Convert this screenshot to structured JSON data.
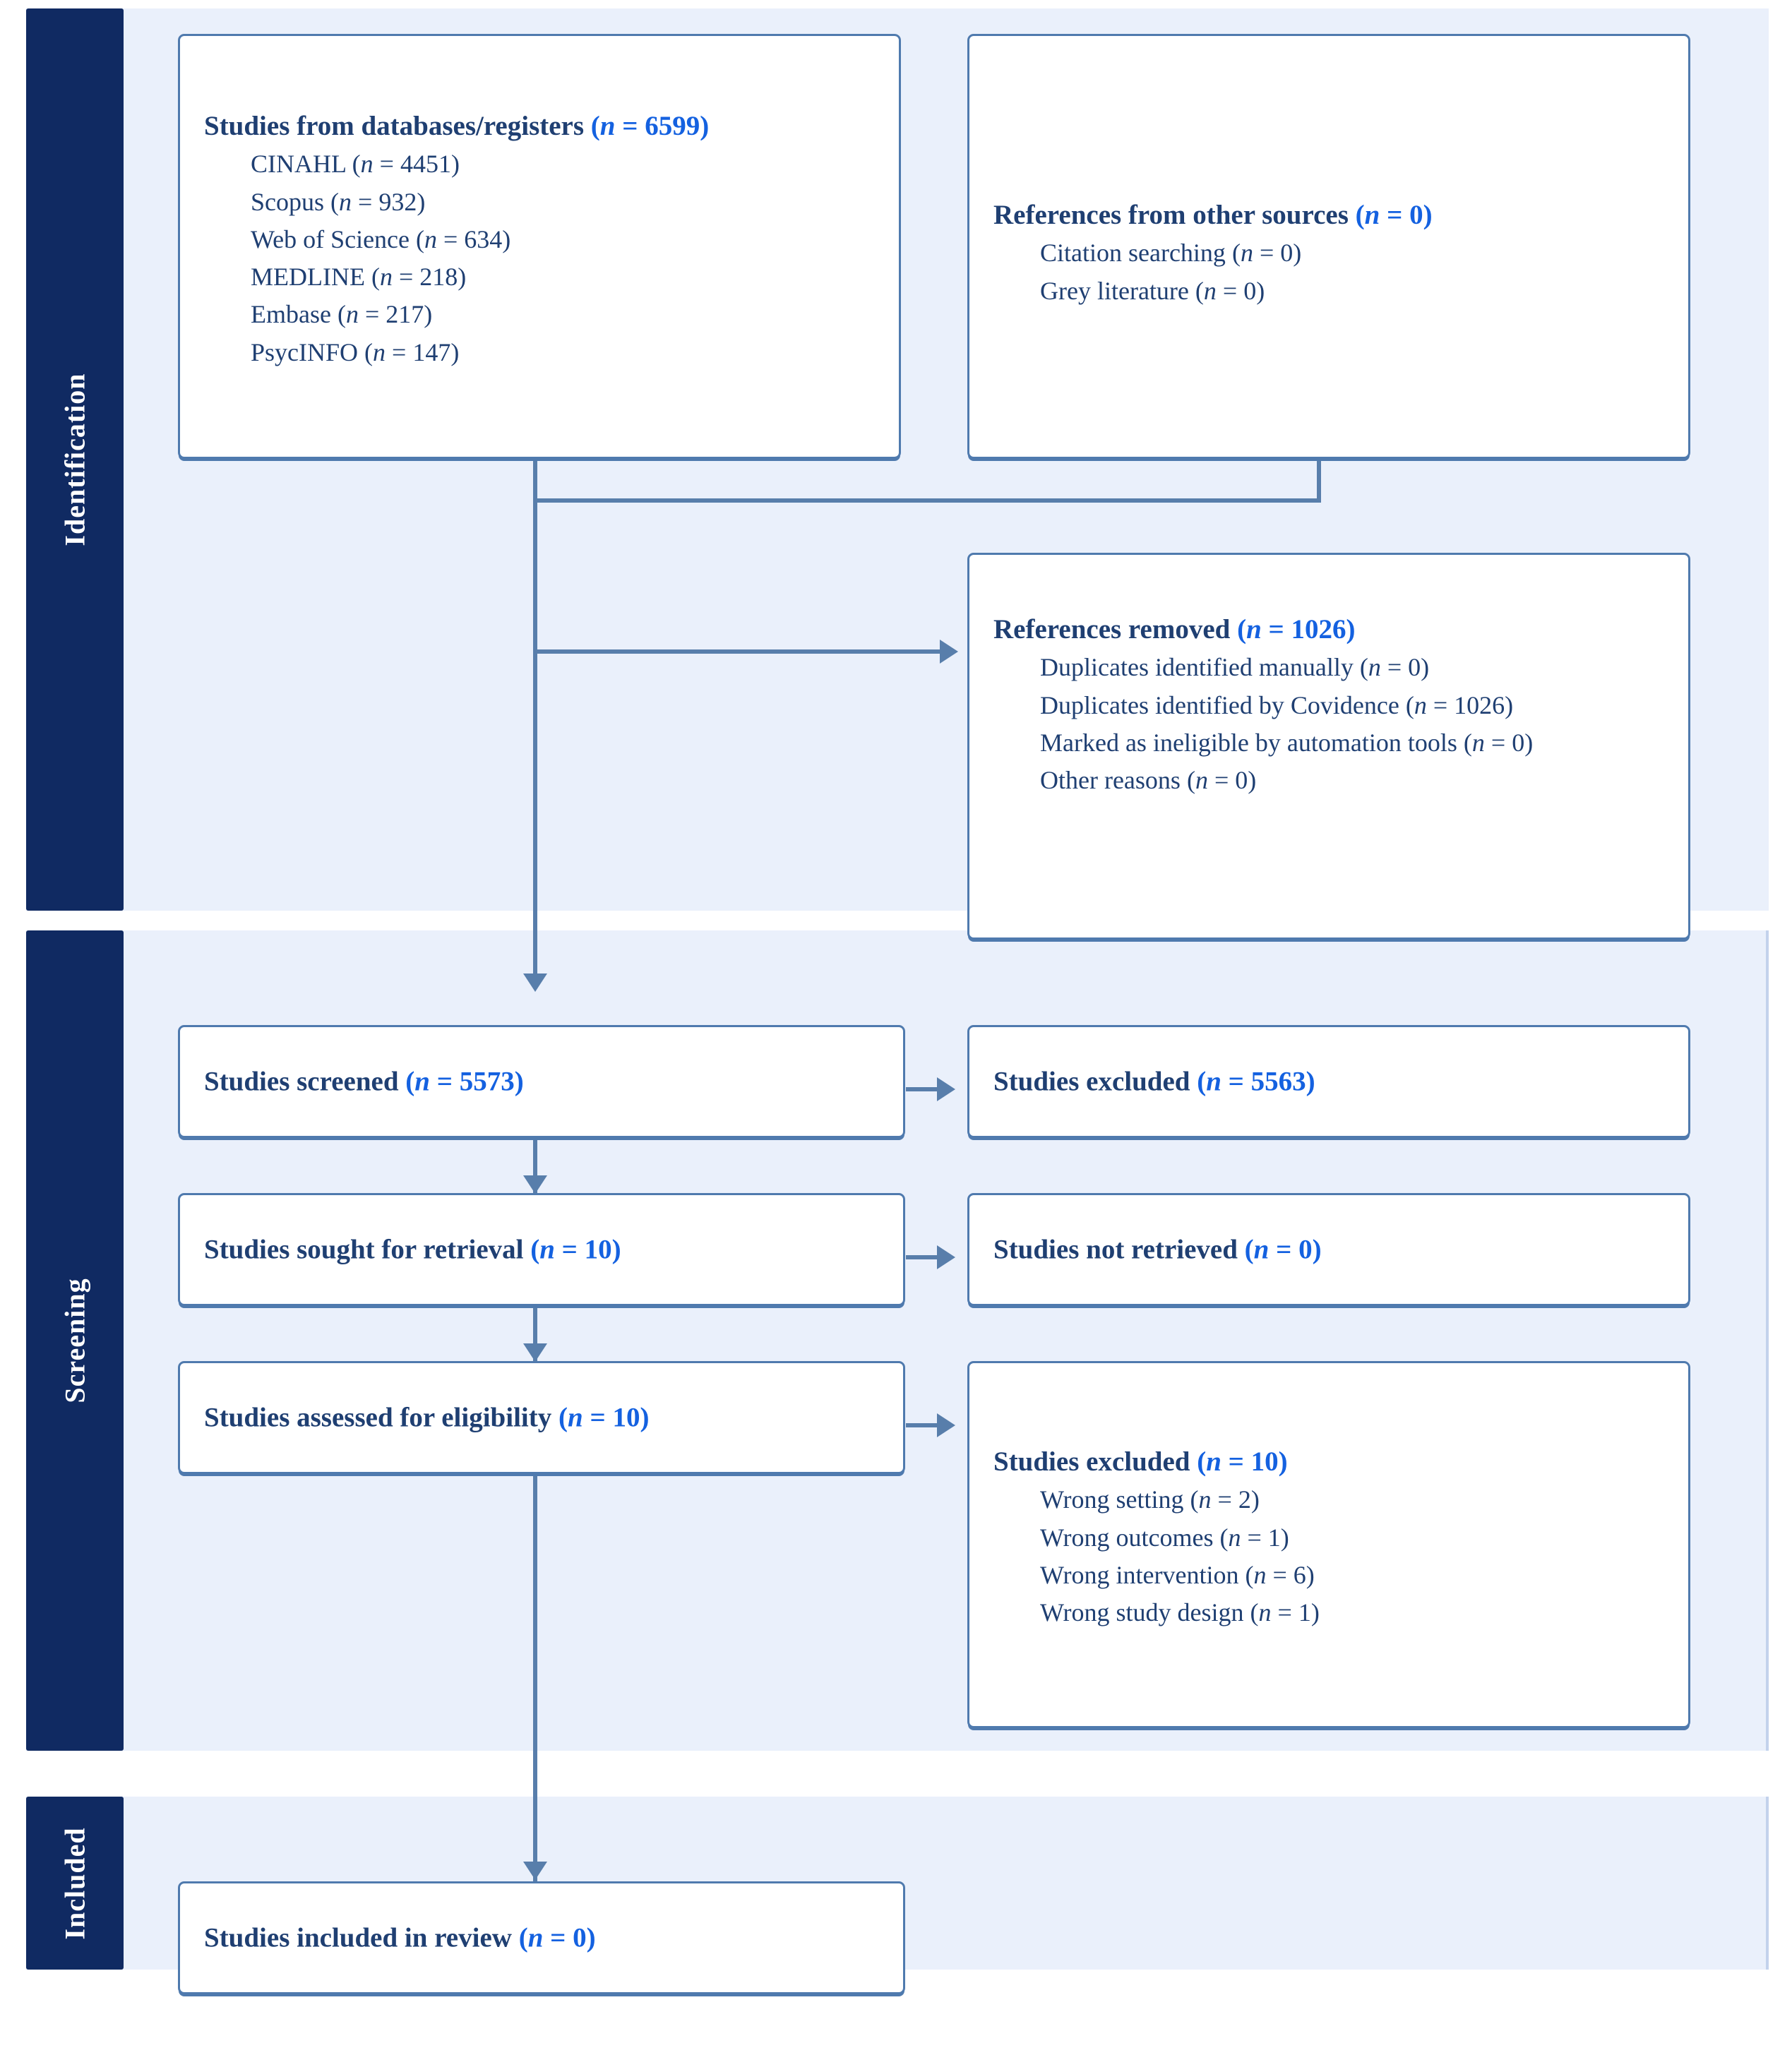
{
  "diagram": {
    "title": "PRISMA flow diagram",
    "accent_dark": "#102a62",
    "accent_band": "#eaf0fb",
    "accent_line": "#587eab",
    "accent_number": "#1461e0",
    "text_color": "#1f3f72"
  },
  "stages": {
    "identification": "Identification",
    "screening": "Screening",
    "included": "Included"
  },
  "boxes": {
    "databases": {
      "header_text": "Studies from databases/registers",
      "header_n": "(n = 6599)",
      "items": [
        {
          "label": "CINAHL",
          "n": "(n = 4451)"
        },
        {
          "label": "Scopus",
          "n": "(n = 932"
        },
        {
          "label": "Web of Science",
          "n": "(n = 634)"
        },
        {
          "label": "MEDLINE",
          "n": "(n = 218)"
        },
        {
          "label": "Embase",
          "n": "(n = 217)"
        },
        {
          "label": "PsycINFO",
          "n": "(n = 147)"
        }
      ]
    },
    "other_sources": {
      "header_text": "References from other sources",
      "header_n": "(n = 0)",
      "items": [
        {
          "label": "Citation searching",
          "n": "(n = 0)"
        },
        {
          "label": "Grey literature",
          "n": "(n = 0)"
        }
      ]
    },
    "removed": {
      "header_text": "References removed",
      "header_n": "(n = 1026)",
      "items": [
        {
          "label": "Duplicates identified manually",
          "n": "(n = 0)"
        },
        {
          "label": "Duplicates identified by Covidence",
          "n": "(n = 1026)"
        },
        {
          "label": "Marked as ineligible by automation tools",
          "n": "(n =0)"
        },
        {
          "label": "Other reasons",
          "n": "(n = 0)"
        }
      ]
    },
    "screened": {
      "header_text": "Studies screened",
      "header_n": "(n = 5573)"
    },
    "excluded_1": {
      "header_text": "Studies excluded",
      "header_n": "(n = 5563)"
    },
    "sought": {
      "header_text": "Studies sought for retrieval",
      "header_n": "(n = 10)"
    },
    "not_retrieved": {
      "header_text": "Studies not retrieved",
      "header_n": "(n = 0)"
    },
    "eligibility": {
      "header_text": "Studies assessed for eligibility",
      "header_n": "(n = 10)"
    },
    "excluded_2": {
      "header_text": "Studies excluded",
      "header_n": "(n = 10)",
      "items": [
        {
          "label": "Wrong setting",
          "n": "(n = 2)"
        },
        {
          "label": "Wrong outcomes",
          "n": "(n = 1)"
        },
        {
          "label": "Wrong intervention",
          "n": "(n = 6)"
        },
        {
          "label": "Wrong study design",
          "n": "(n = 1)"
        }
      ]
    },
    "included": {
      "header_text": "Studies included in review",
      "header_n": "(n = 0)"
    }
  }
}
